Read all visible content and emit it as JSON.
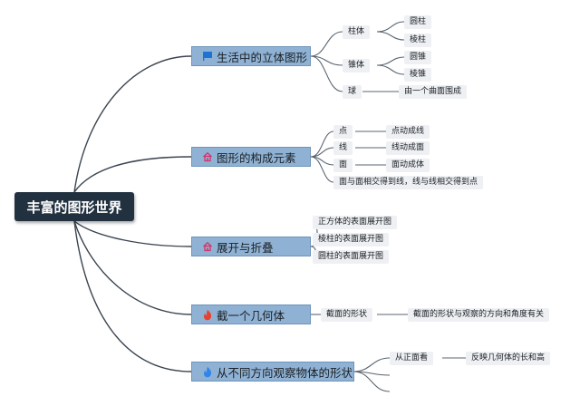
{
  "root": {
    "label": "丰富的图形世界"
  },
  "branches": [
    {
      "label": "生活中的立体图形",
      "icon": "flag-icon",
      "children": [
        {
          "label": "柱体",
          "children": [
            "圆柱",
            "棱柱"
          ]
        },
        {
          "label": "锥体",
          "children": [
            "圆锥",
            "棱锥"
          ]
        },
        {
          "label": "球",
          "children": [
            "由一个曲面围成"
          ]
        }
      ]
    },
    {
      "label": "图形的构成元素",
      "icon": "home-icon",
      "children": [
        {
          "label": "点",
          "children": [
            "点动成线"
          ]
        },
        {
          "label": "线",
          "children": [
            "线动成面"
          ]
        },
        {
          "label": "面",
          "children": [
            "面动成体"
          ]
        },
        {
          "label": "面与面相交得到线，线与线相交得到点",
          "children": []
        }
      ]
    },
    {
      "label": "展开与折叠",
      "icon": "home-icon",
      "children": [
        {
          "label": "正方体的表面展开图",
          "children": []
        },
        {
          "label": "棱柱的表面展开图",
          "children": []
        },
        {
          "label": "圆柱的表面展开图",
          "children": []
        }
      ]
    },
    {
      "label": "截一个几何体",
      "icon": "fire-icon",
      "children": [
        {
          "label": "截面的形状",
          "children": [
            "截面的形状与观察的方向和角度有关"
          ]
        }
      ]
    },
    {
      "label": "从不同方向观察物体的形状",
      "icon": "fire-icon",
      "children": [
        {
          "label": "从正面看",
          "children": [
            "反映几何体的长和高"
          ]
        },
        {
          "label": "",
          "children": []
        },
        {
          "label": "",
          "children": []
        }
      ]
    }
  ],
  "colors": {
    "root_bg": "#223140",
    "branch_bg": "#8fb2d4",
    "leaf_bg": "#eef0f3",
    "flag_icon": "#1e73d2",
    "home_icon": "#d6336c",
    "fire_red_icon": "#e8412c",
    "fire_blue_icon": "#2f86e8"
  }
}
